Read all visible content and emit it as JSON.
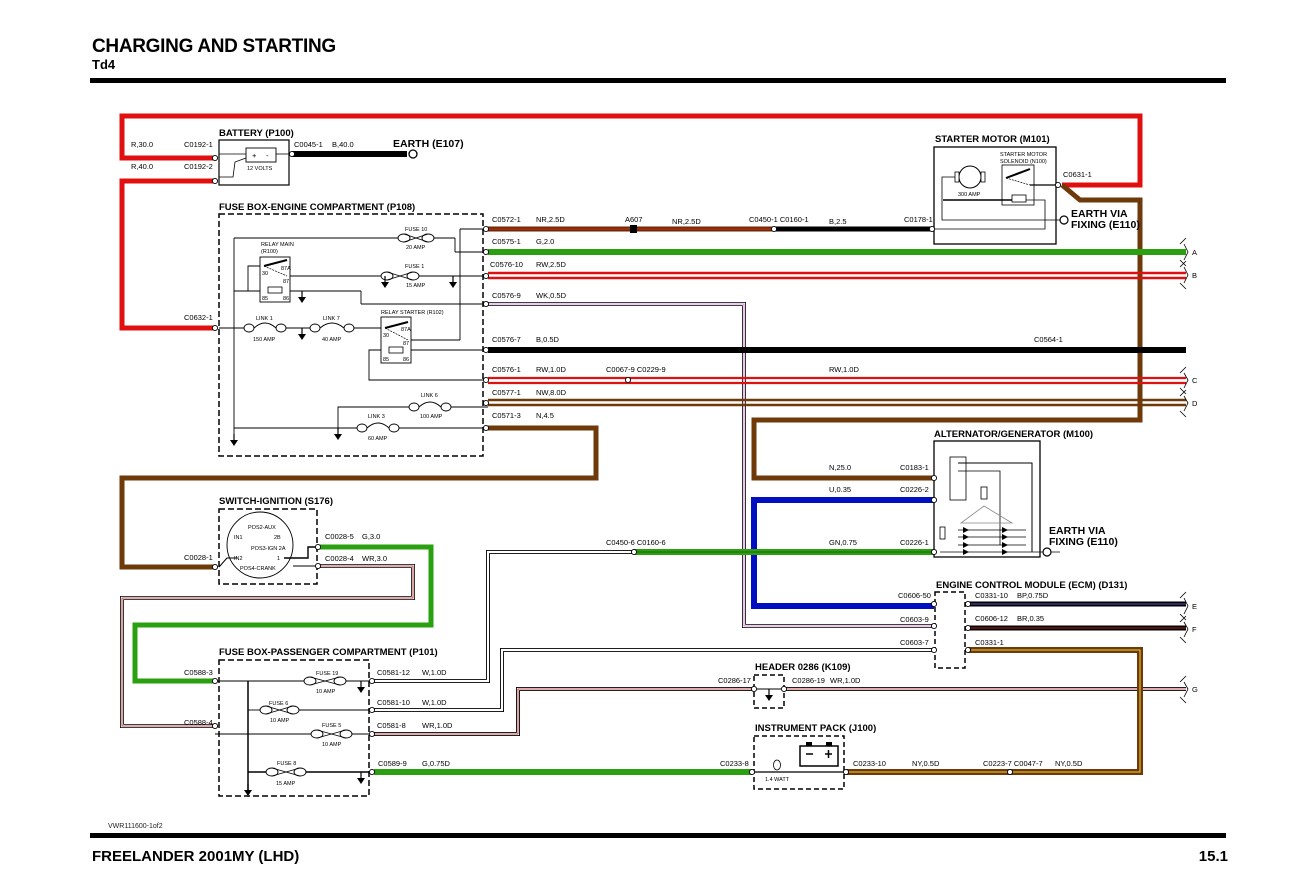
{
  "header": {
    "title": "CHARGING AND STARTING",
    "subtitle": "Td4"
  },
  "footer": {
    "model": "FREELANDER 2001MY (LHD)",
    "page": "15.1",
    "doc_ref": "VWR111600-1of2"
  },
  "colors": {
    "red": "#e01010",
    "green": "#2aa010",
    "brown": "#6e3a0a",
    "black": "#000000",
    "blue": "#0010c0",
    "pink": "#d070d0",
    "yellow": "#f0d040"
  },
  "components": {
    "battery": {
      "label": "BATTERY (P100)",
      "voltage": "12 VOLTS"
    },
    "earth_e107": {
      "label": "EARTH (E107)"
    },
    "fusebox_engine": {
      "label": "FUSE BOX-ENGINE COMPARTMENT (P108)",
      "relay_main": {
        "label": "RELAY MAIN",
        "id": "(R100)"
      },
      "relay_starter": {
        "label": "RELAY STARTER (R102)"
      },
      "relay_pins": [
        "30",
        "87A",
        "87",
        "85",
        "86"
      ],
      "fuses": [
        {
          "name": "FUSE 10",
          "rating": "20 AMP"
        },
        {
          "name": "FUSE 1",
          "rating": "15 AMP"
        },
        {
          "name": "LINK 1",
          "rating": "150 AMP"
        },
        {
          "name": "LINK 7",
          "rating": "40 AMP"
        },
        {
          "name": "LINK 6",
          "rating": "100 AMP"
        },
        {
          "name": "LINK 3",
          "rating": "60 AMP"
        }
      ]
    },
    "starter_motor": {
      "label": "STARTER MOTOR (M101)",
      "solenoid_line1": "STARTER MOTOR",
      "solenoid_line2": "SOLENOID (N100)",
      "motor_rating": "300 AMP",
      "earth_line1": "EARTH VIA",
      "earth_line2": "FIXING (E110)"
    },
    "alternator": {
      "label": "ALTERNATOR/GENERATOR (M100)",
      "earth_line1": "EARTH VIA",
      "earth_line2": "FIXING (E110)"
    },
    "switch_ignition": {
      "label": "SWITCH-IGNITION (S176)",
      "positions": [
        "POS2-AUX",
        "IN1",
        "2B",
        "POS3-IGN 2A",
        "IN2",
        "1",
        "POS4-CRANK"
      ]
    },
    "ecm": {
      "label": "ENGINE CONTROL MODULE (ECM) (D131)"
    },
    "fusebox_passenger": {
      "label": "FUSE BOX-PASSENGER COMPARTMENT (P101)",
      "fuses": [
        {
          "name": "FUSE 19",
          "rating": "10 AMP"
        },
        {
          "name": "FUSE 6",
          "rating": "10 AMP"
        },
        {
          "name": "FUSE 5",
          "rating": "10 AMP"
        },
        {
          "name": "FUSE 8",
          "rating": "15 AMP"
        }
      ]
    },
    "header_0286": {
      "label": "HEADER 0286 (K109)"
    },
    "instrument_pack": {
      "label": "INSTRUMENT PACK (J100)",
      "lamp": "1.4 WATT"
    }
  },
  "connectors": {
    "c0192_1": "C0192-1",
    "c0192_2": "C0192-2",
    "c0045_1": "C0045-1",
    "c0632_1": "C0632-1",
    "c0572_1": "C0572-1",
    "a607": "A607",
    "c0450_1": "C0450-1 C0160-1",
    "c0178_1": "C0178-1",
    "c0631_1": "C0631-1",
    "c0575_1": "C0575-1",
    "c0576_10": "C0576-10",
    "c0576_9": "C0576-9",
    "c0576_7": "C0576-7",
    "c0564_1": "C0564-1",
    "c0576_1": "C0576-1",
    "c0067_9": "C0067-9 C0229-9",
    "c0577_1": "C0577-1",
    "c0571_3": "C0571-3",
    "c0183_1": "C0183-1",
    "c0226_2": "C0226-2",
    "c0226_1": "C0226-1",
    "c0450_6": "C0450-6 C0160-6",
    "c0028_1": "C0028-1",
    "c0028_5": "C0028-5",
    "c0028_4": "C0028-4",
    "c0606_50": "C0606-50",
    "c0603_9": "C0603-9",
    "c0603_7": "C0603-7",
    "c0331_10": "C0331-10",
    "c0606_12": "C0606-12",
    "c0331_1": "C0331-1",
    "c0588_3": "C0588-3",
    "c0588_4": "C0588-4",
    "c0581_12": "C0581-12",
    "c0581_10": "C0581-10",
    "c0581_8": "C0581-8",
    "c0589_9": "C0589-9",
    "c0286_17": "C0286-17",
    "c0286_19": "C0286-19",
    "c0233_8": "C0233-8",
    "c0233_10": "C0233-10",
    "c0223_7": "C0223-7 C0047-7"
  },
  "wires": {
    "r30": "R,30.0",
    "r40": "R,40.0",
    "b40": "B,40.0",
    "nr25a": "NR,2.5D",
    "nr25b": "NR,2.5D",
    "b25": "B,2.5",
    "g20": "G,2.0",
    "rw25": "RW,2.5D",
    "wk05": "WK,0.5D",
    "b05": "B,0.5D",
    "rw10a": "RW,1.0D",
    "rw10b": "RW,1.0D",
    "nw80": "NW,8.0D",
    "n45": "N,4.5",
    "n250": "N,25.0",
    "u035": "U,0.35",
    "gn075": "GN,0.75",
    "g30": "G,3.0",
    "wr30": "WR,3.0",
    "bp075": "BP,0.75D",
    "br035": "BR,0.35",
    "w10a": "W,1.0D",
    "w10b": "W,1.0D",
    "wr10a": "WR,1.0D",
    "wr10b": "WR,1.0D",
    "g075": "G,0.75D",
    "ny05a": "NY,0.5D",
    "ny05b": "NY,0.5D"
  },
  "terminals": [
    "A",
    "B",
    "C",
    "D",
    "E",
    "F",
    "G"
  ]
}
